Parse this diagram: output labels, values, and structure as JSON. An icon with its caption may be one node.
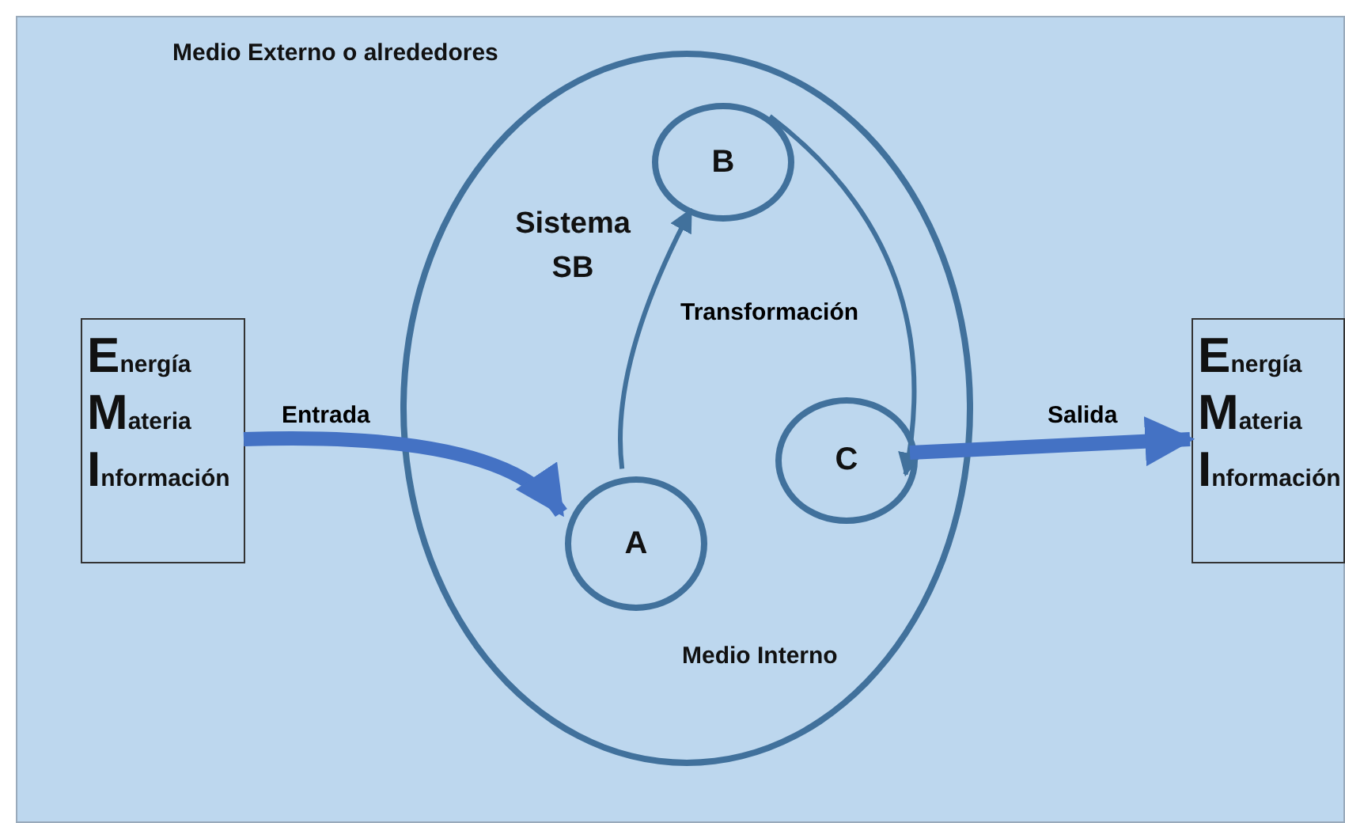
{
  "diagram": {
    "nodes": [
      {
        "text": [
          "Medio Externo o alrededores"
        ]
      },
      {
        "text": [
          "Energía",
          "Materia",
          "Información"
        ],
        "in": 0
      },
      {
        "text": [
          "Sistema SB",
          "Medio Interno"
        ],
        "in": 0
      },
      {
        "text": [
          "B"
        ],
        "in": 2
      },
      {
        "text": [
          "C"
        ],
        "in": 2
      },
      {
        "text": [
          "A"
        ],
        "in": 2
      },
      {
        "text": [
          "Energía",
          "Materia",
          "Información"
        ],
        "in": 0
      }
    ],
    "edges": [
      {
        "from": 1,
        "to": 5,
        "arrow": "to",
        "label": "Entrada",
        "style": "thick",
        "color": "#4472c4"
      },
      {
        "from": 5,
        "to": 3,
        "arrow": "to"
      },
      {
        "from": 3,
        "to": 4,
        "arrow": "to",
        "label": "Transformación"
      },
      {
        "from": 4,
        "to": 6,
        "arrow": "to",
        "label": "Salida",
        "style": "thick",
        "color": "#4472c4"
      }
    ]
  }
}
